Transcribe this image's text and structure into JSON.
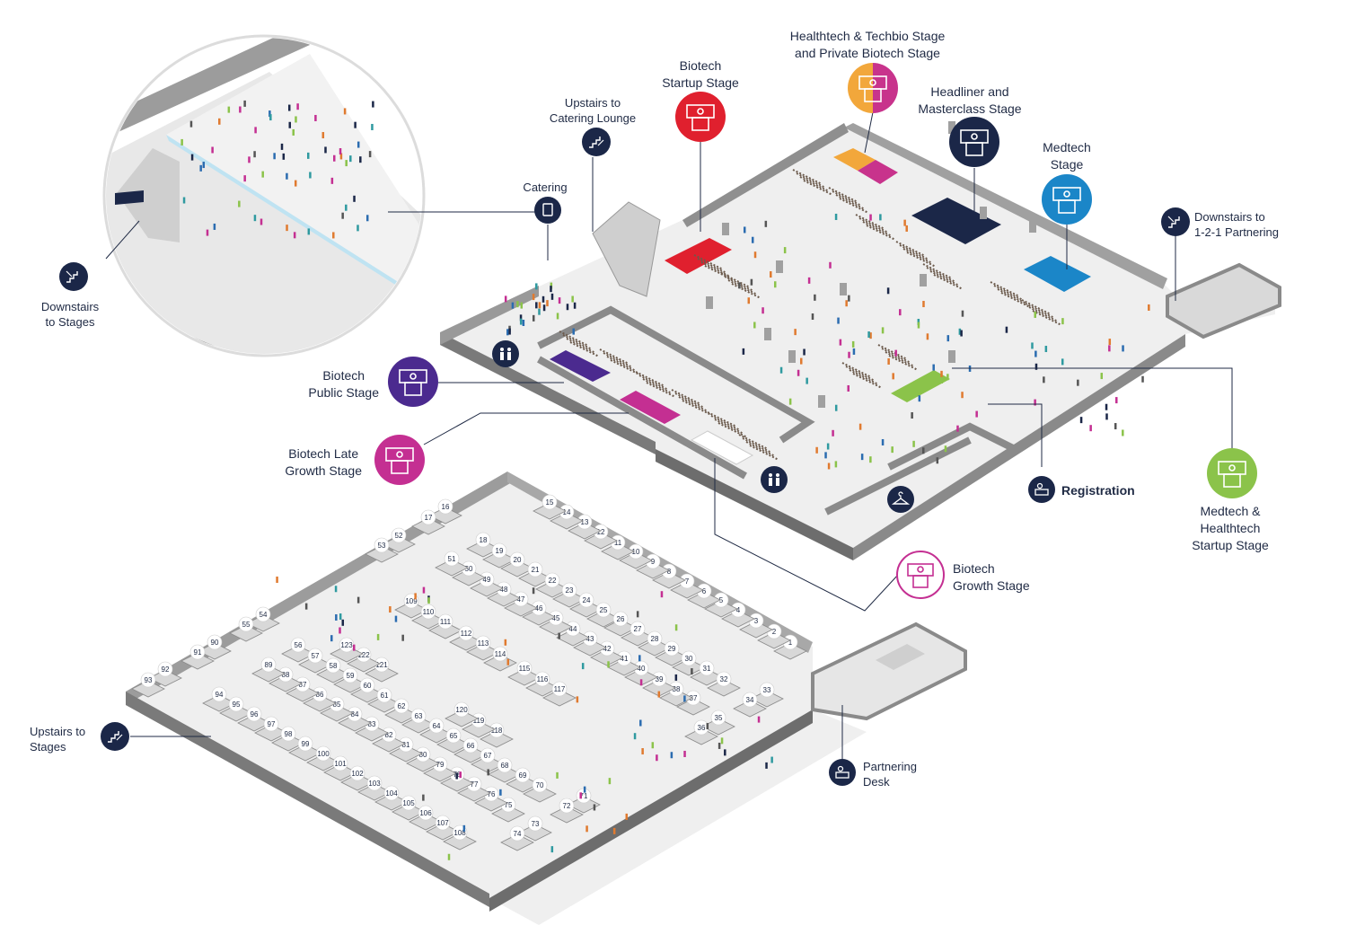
{
  "colors": {
    "navy": "#1b2748",
    "floor": "#efefef",
    "wall_top": "#9c9c9c",
    "wall_side": "#6f6f6f",
    "biotech_startup": "#e0202e",
    "health_left": "#f2a73b",
    "health_right": "#c8338c",
    "medtech": "#1b86c8",
    "biotech_public": "#4b2a8f",
    "biotech_late": "#c42f92",
    "medtech_startup": "#8bc34a",
    "glass": "#bfe3f2"
  },
  "stages": {
    "biotech_startup": [
      "Biotech",
      "Startup Stage"
    ],
    "healthtech": [
      "Healthtech & Techbio Stage",
      "and Private Biotech Stage"
    ],
    "headliner": [
      "Headliner and",
      "Masterclass Stage"
    ],
    "medtech": [
      "Medtech",
      "Stage"
    ],
    "biotech_public": [
      "Biotech",
      "Public Stage"
    ],
    "biotech_late": [
      "Biotech Late",
      "Growth Stage"
    ],
    "medtech_startup": [
      "Medtech &",
      "Healthtech",
      "Startup Stage"
    ],
    "biotech_growth": [
      "Biotech",
      "Growth Stage"
    ]
  },
  "facilities": {
    "upstairs_catering": [
      "Upstairs to",
      "Catering Lounge"
    ],
    "catering": "Catering",
    "downstairs_partnering": [
      "Downstairs to",
      "1-2-1 Partnering"
    ],
    "downstairs_stages": [
      "Downstairs",
      "to Stages"
    ],
    "registration": "Registration",
    "upstairs_stages": [
      "Upstairs to",
      "Stages"
    ],
    "partnering_desk": [
      "Partnering",
      "Desk"
    ]
  },
  "booths": [
    "1",
    "2",
    "3",
    "4",
    "5",
    "6",
    "7",
    "8",
    "9",
    "10",
    "11",
    "12",
    "13",
    "14",
    "15",
    "16",
    "17",
    "18",
    "19",
    "20",
    "21",
    "22",
    "23",
    "24",
    "25",
    "26",
    "27",
    "28",
    "29",
    "30",
    "31",
    "32",
    "33",
    "34",
    "35",
    "36",
    "37",
    "38",
    "39",
    "40",
    "41",
    "42",
    "43",
    "44",
    "45",
    "46",
    "47",
    "48",
    "49",
    "50",
    "51",
    "52",
    "53",
    "54",
    "55",
    "56",
    "57",
    "58",
    "59",
    "60",
    "61",
    "62",
    "63",
    "64",
    "65",
    "66",
    "67",
    "68",
    "69",
    "70",
    "71",
    "72",
    "73",
    "74",
    "75",
    "76",
    "77",
    "78",
    "79",
    "80",
    "81",
    "82",
    "83",
    "84",
    "85",
    "86",
    "87",
    "88",
    "89",
    "90",
    "91",
    "92",
    "93",
    "94",
    "95",
    "96",
    "97",
    "98",
    "99",
    "100",
    "101",
    "102",
    "103",
    "104",
    "105",
    "106",
    "107",
    "108",
    "109",
    "110",
    "111",
    "112",
    "113",
    "114",
    "115",
    "116",
    "117",
    "118",
    "119",
    "120",
    "121",
    "122",
    "123"
  ]
}
